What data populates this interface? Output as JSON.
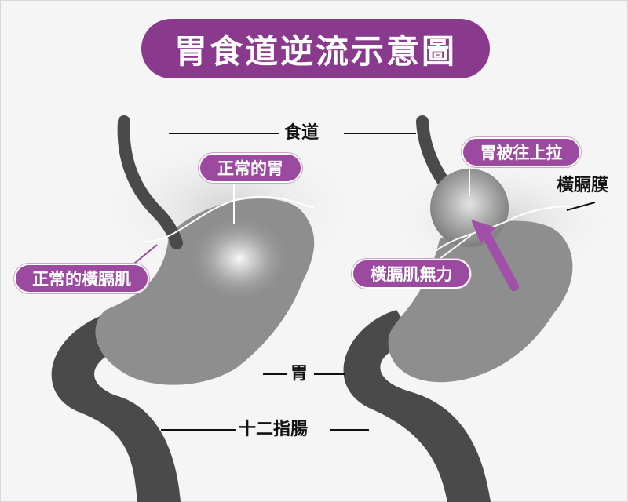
{
  "title": "胃食道逆流示意圖",
  "left_panel": {
    "normal_stomach_tag": "正常的胃",
    "normal_diaphragm_muscle_tag": "正常的橫膈肌"
  },
  "right_panel": {
    "stomach_pulled_up_tag": "胃被往上拉",
    "weak_diaphragm_muscle_tag": "橫膈肌無力",
    "diaphragm_label": "橫膈膜"
  },
  "center_labels": {
    "esophagus": "食道",
    "stomach": "胃",
    "duodenum": "十二指腸"
  },
  "colors": {
    "title_bg": "#8a3a8c",
    "tag_bg": "#9b4aa0",
    "arrow": "#a050a8",
    "organ_fill": "#8e8e8e",
    "organ_dark": "#5a5a5a",
    "duodenum_dark": "#4a4a4a"
  }
}
